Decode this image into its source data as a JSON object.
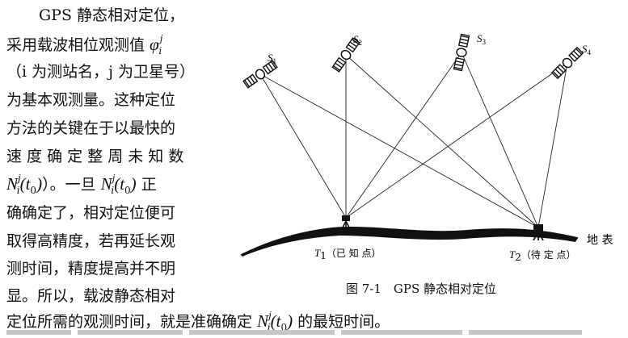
{
  "text": {
    "l1": "GPS 静态相对定位，",
    "l2_pre": "采用载波相位观测值 ",
    "l2_sym": "φ",
    "l3": "（i 为测站名，j 为卫星号）",
    "l4": "为基本观测量。这种定位",
    "l5": "方法的关键在于以最快的",
    "l6": "速 度 确 定 整 周 未 知 数",
    "l6b_sym": "N",
    "l6b_arg": "(t",
    "l6b_mid": "）。一旦 ",
    "l6b_post": " 正",
    "l7": "确确定了，相对定位便可",
    "l8": "取得高精度，若再延长观",
    "l9": "测时间，精度提高并不明",
    "l10": "显。所以，载波静态相对",
    "l11_pre": "定位所需的观测时间，就是准确确定 ",
    "l11_post": " 的最短时间。",
    "sup_j": "j",
    "sub_i": "i",
    "sub_0": "0"
  },
  "figure": {
    "caption": "图 7-1　GPS 静态相对定位",
    "satellites": [
      "S1",
      "S2",
      "S3",
      "S4"
    ],
    "sat_names": {
      "s1": "S",
      "s2": "S",
      "s3": "S",
      "s4": "S",
      "n1": "1",
      "n2": "2",
      "n3": "3",
      "n4": "4"
    },
    "ground_label": "地 表",
    "station1": {
      "name": "T",
      "sub": "1",
      "note": "（已 知 点）"
    },
    "station2": {
      "name": "T",
      "sub": "2",
      "note": "（待 定 点）"
    }
  }
}
